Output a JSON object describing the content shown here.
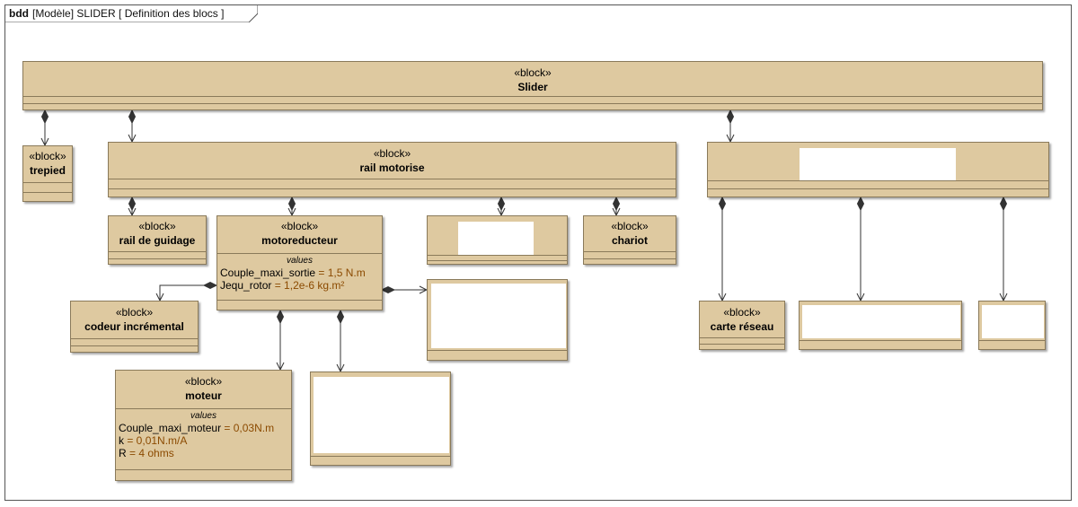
{
  "frame": {
    "kind": "bdd",
    "label": "[Modèle] SLIDER [ Definition des blocs ]"
  },
  "stereotype": "«block»",
  "values_label": "values",
  "blocks": {
    "slider": {
      "name": "Slider"
    },
    "trepied": {
      "name": "trepied"
    },
    "rail_motorise": {
      "name": "rail motorise"
    },
    "rail_guidage": {
      "name": "rail de guidage"
    },
    "motoreducteur": {
      "name": "motoreducteur",
      "values": [
        {
          "label": "Couple_maxi_sortie",
          "value": "= 1,5 N.m"
        },
        {
          "label": "Jequ_rotor",
          "value": "= 1,2e-6 kg.m²"
        }
      ]
    },
    "chariot": {
      "name": "chariot"
    },
    "codeur": {
      "name": "codeur incrémental"
    },
    "moteur": {
      "name": "moteur",
      "values": [
        {
          "label": "Couple_maxi_moteur",
          "value": "= 0,03N.m"
        },
        {
          "label": "k",
          "value": "= 0,01N.m/A"
        },
        {
          "label": "R",
          "value": "= 4 ohms"
        }
      ]
    },
    "carte_reseau": {
      "name": "carte réseau"
    }
  }
}
